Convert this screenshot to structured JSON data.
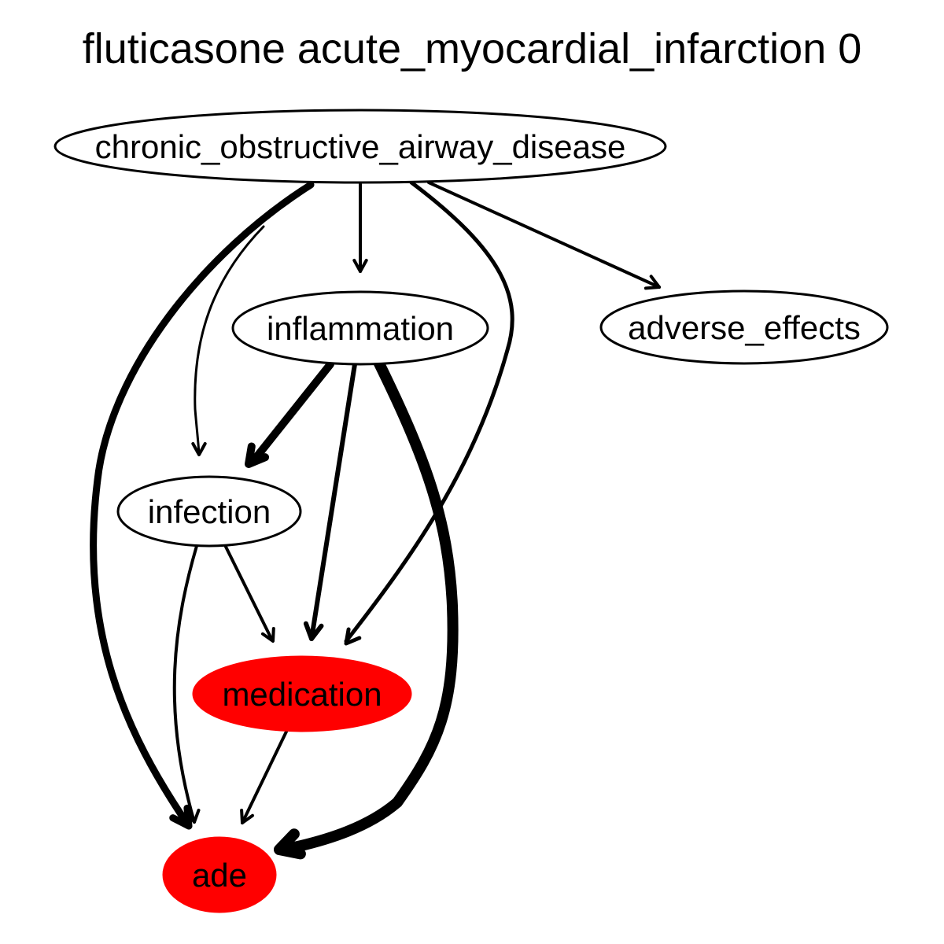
{
  "title": "fluticasone acute_myocardial_infarction 0",
  "colors": {
    "highlight": "#ff0000",
    "default_fill": "#ffffff",
    "stroke": "#000000"
  },
  "nodes": [
    {
      "id": "copd",
      "label": "chronic_obstructive_airway_disease",
      "highlighted": false
    },
    {
      "id": "inflammation",
      "label": "inflammation",
      "highlighted": false
    },
    {
      "id": "adverse_effects",
      "label": "adverse_effects",
      "highlighted": false
    },
    {
      "id": "infection",
      "label": "infection",
      "highlighted": false
    },
    {
      "id": "medication",
      "label": "medication",
      "highlighted": true
    },
    {
      "id": "ade",
      "label": "ade",
      "highlighted": true
    }
  ],
  "edges": [
    {
      "from": "copd",
      "to": "inflammation"
    },
    {
      "from": "copd",
      "to": "adverse_effects"
    },
    {
      "from": "copd",
      "to": "infection"
    },
    {
      "from": "copd",
      "to": "medication"
    },
    {
      "from": "copd",
      "to": "ade"
    },
    {
      "from": "inflammation",
      "to": "infection"
    },
    {
      "from": "inflammation",
      "to": "medication"
    },
    {
      "from": "inflammation",
      "to": "ade"
    },
    {
      "from": "infection",
      "to": "medication"
    },
    {
      "from": "infection",
      "to": "ade"
    },
    {
      "from": "medication",
      "to": "ade"
    }
  ]
}
